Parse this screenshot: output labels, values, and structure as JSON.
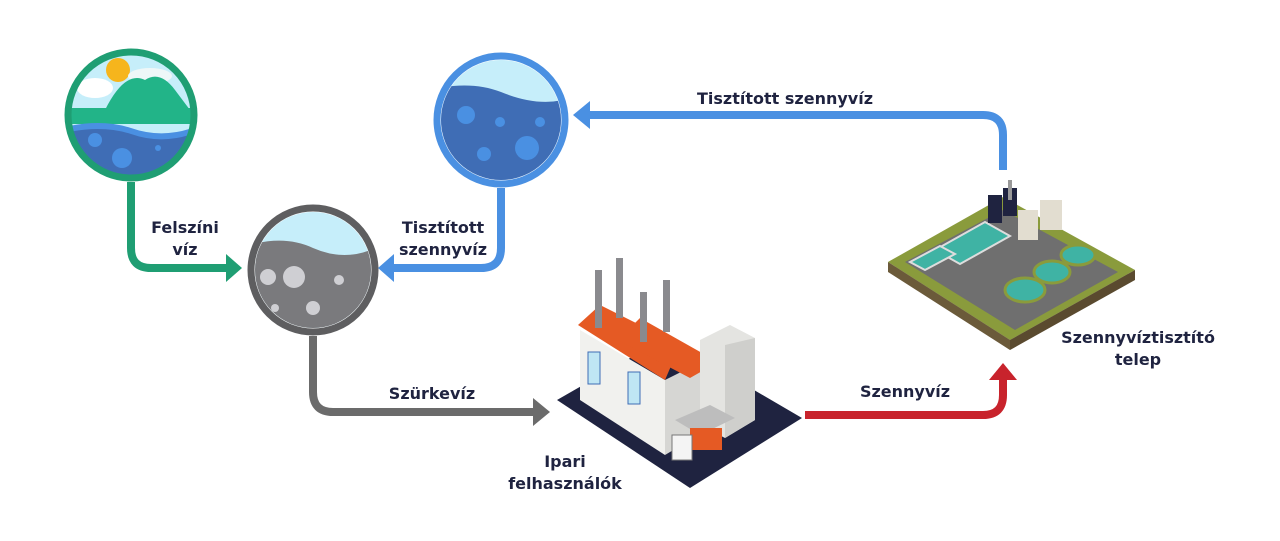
{
  "labels": {
    "surface_water": [
      "Felszíni",
      "víz"
    ],
    "treated_wastewater_left": [
      "Tisztított",
      "szennyvíz"
    ],
    "treated_wastewater_top": "Tisztított szennyvíz",
    "greywater": "Szürkevíz",
    "wastewater": "Szennyvíz",
    "industrial_users": [
      "Ipari",
      "felhasználók"
    ],
    "treatment_plant": [
      "Szennyvíztisztító",
      "telep"
    ]
  },
  "colors": {
    "green": "#1f9e73",
    "blue": "#4a90e2",
    "gray": "#6b6b6b",
    "red": "#c8232c",
    "text": "#1f2340",
    "water_dark": "#3f6db5",
    "sky": "#c6eefa",
    "roof": "#e55a24"
  },
  "icons": [
    "surface-water-circle-icon",
    "treated-water-circle-icon",
    "grey-water-circle-icon",
    "factory-icon",
    "treatment-plant-icon"
  ]
}
